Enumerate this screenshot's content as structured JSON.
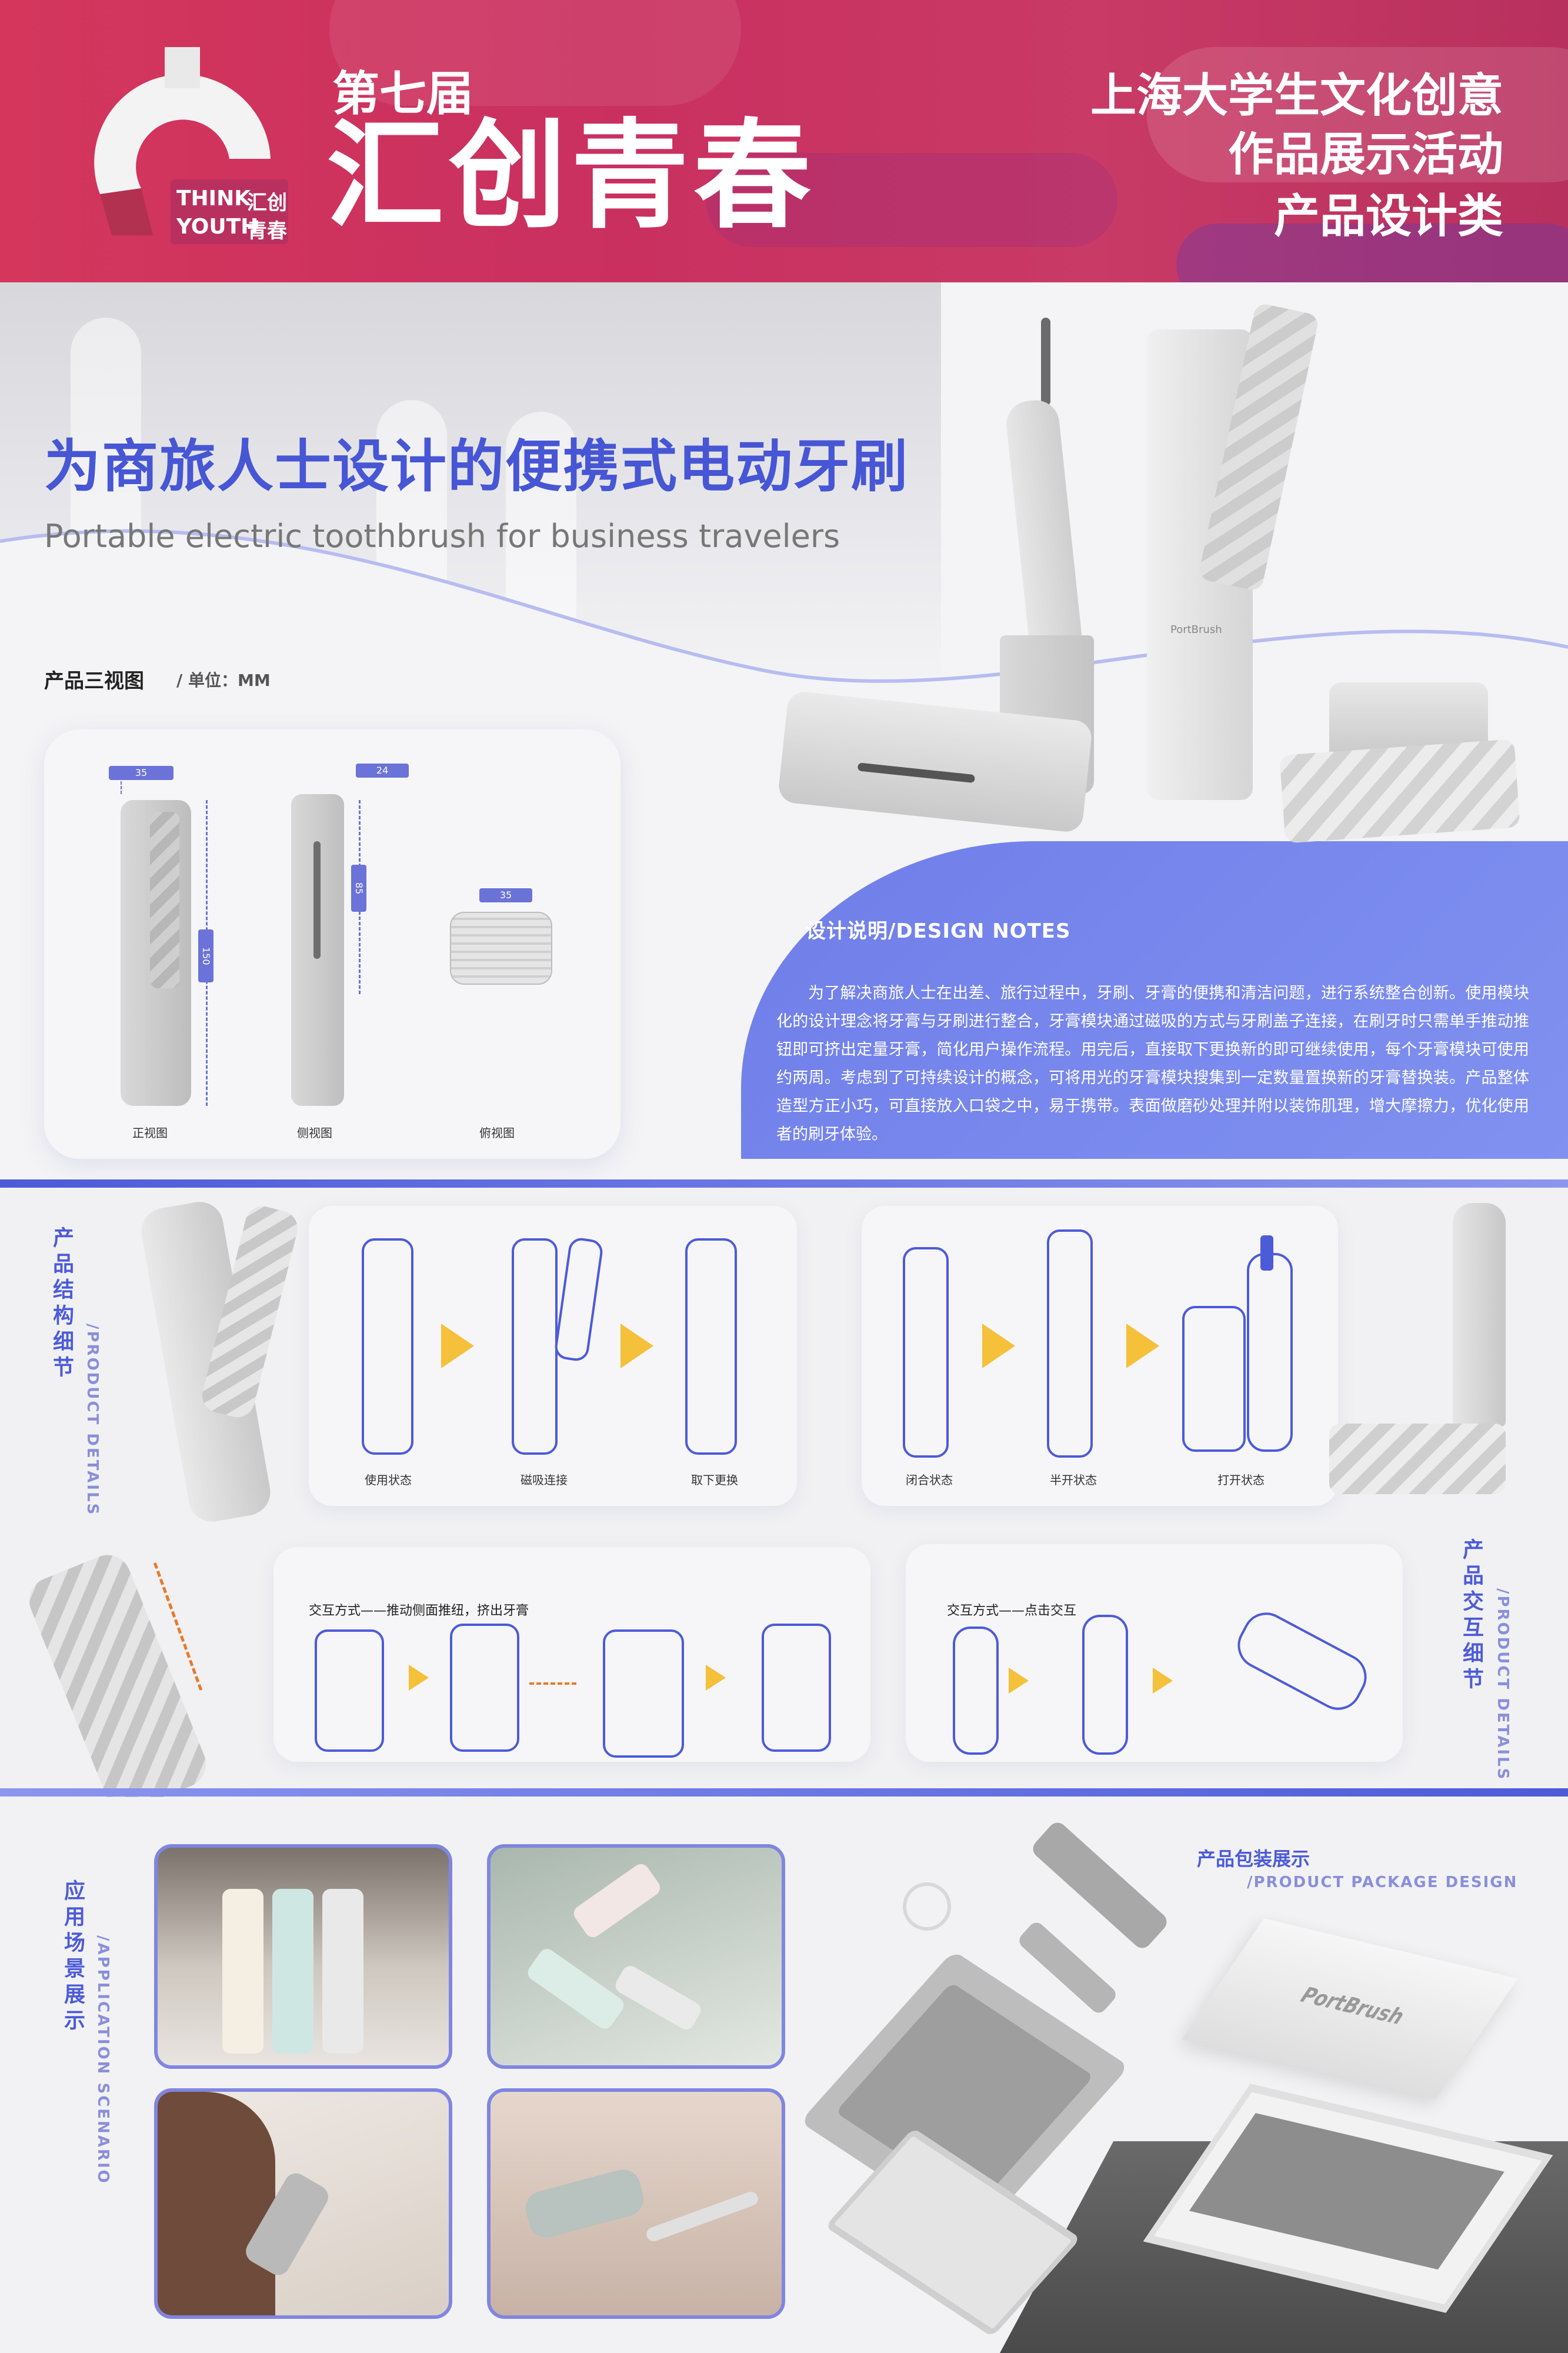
{
  "header": {
    "edition": "第七届",
    "event_title": "汇创青春",
    "logo_text_en_1": "THINK",
    "logo_text_en_2": "YOUTH",
    "logo_text_cn_1": "汇创",
    "logo_text_cn_2": "青春",
    "right_line_1": "上海大学生文化创意",
    "right_line_2": "作品展示活动",
    "right_line_3": "产品设计类"
  },
  "hero": {
    "title_cn": "为商旅人士设计的便携式电动牙刷",
    "title_en": "Portable electric toothbrush for business travelers",
    "brand": "PortBrush"
  },
  "three_view": {
    "heading": "产品三视图",
    "unit": "/ 单位：MM",
    "front_width": "35",
    "front_height": "150",
    "side_width": "24",
    "side_height": "85",
    "top_width": "35",
    "front_label": "正视图",
    "side_label": "侧视图",
    "top_label": "俯视图"
  },
  "design_notes": {
    "heading": "设计说明/DESIGN NOTES",
    "body": "为了解决商旅人士在出差、旅行过程中，牙刷、牙膏的便携和清洁问题，进行系统整合创新。使用模块化的设计理念将牙膏与牙刷进行整合，牙膏模块通过磁吸的方式与牙刷盖子连接，在刷牙时只需单手推动推钮即可挤出定量牙膏，简化用户操作流程。用完后，直接取下更换新的即可继续使用，每个牙膏模块可使用约两周。考虑到了可持续设计的概念，可将用光的牙膏模块搜集到一定数量置换新的牙膏替换装。产品整体造型方正小巧，可直接放入口袋之中，易于携带。表面做磨砂处理并附以装饰肌理，增大摩擦力，优化使用者的刷牙体验。"
  },
  "structure": {
    "title_cn": "产品结构细节",
    "title_en": "/PRODUCT DETAILS",
    "left_steps": [
      "使用状态",
      "磁吸连接",
      "取下更换"
    ],
    "right_steps": [
      "闭合状态",
      "半开状态",
      "打开状态"
    ]
  },
  "interaction": {
    "title_cn": "产品交互细节",
    "title_en": "/PRODUCT DETAILS",
    "left_caption": "交互方式——推动侧面推纽，挤出牙膏",
    "right_caption": "交互方式——点击交互"
  },
  "scenario": {
    "title_cn": "应用场景展示",
    "title_en": "/APPLICATION SCENARIO"
  },
  "package": {
    "title_cn": "产品包装展示",
    "title_en": "/PRODUCT PACKAGE DESIGN",
    "brand": "PortBrush"
  },
  "colors": {
    "accent_blue": "#4c5bd8",
    "header_red": "#d4365c",
    "arrow_yellow": "#f5c03a"
  }
}
